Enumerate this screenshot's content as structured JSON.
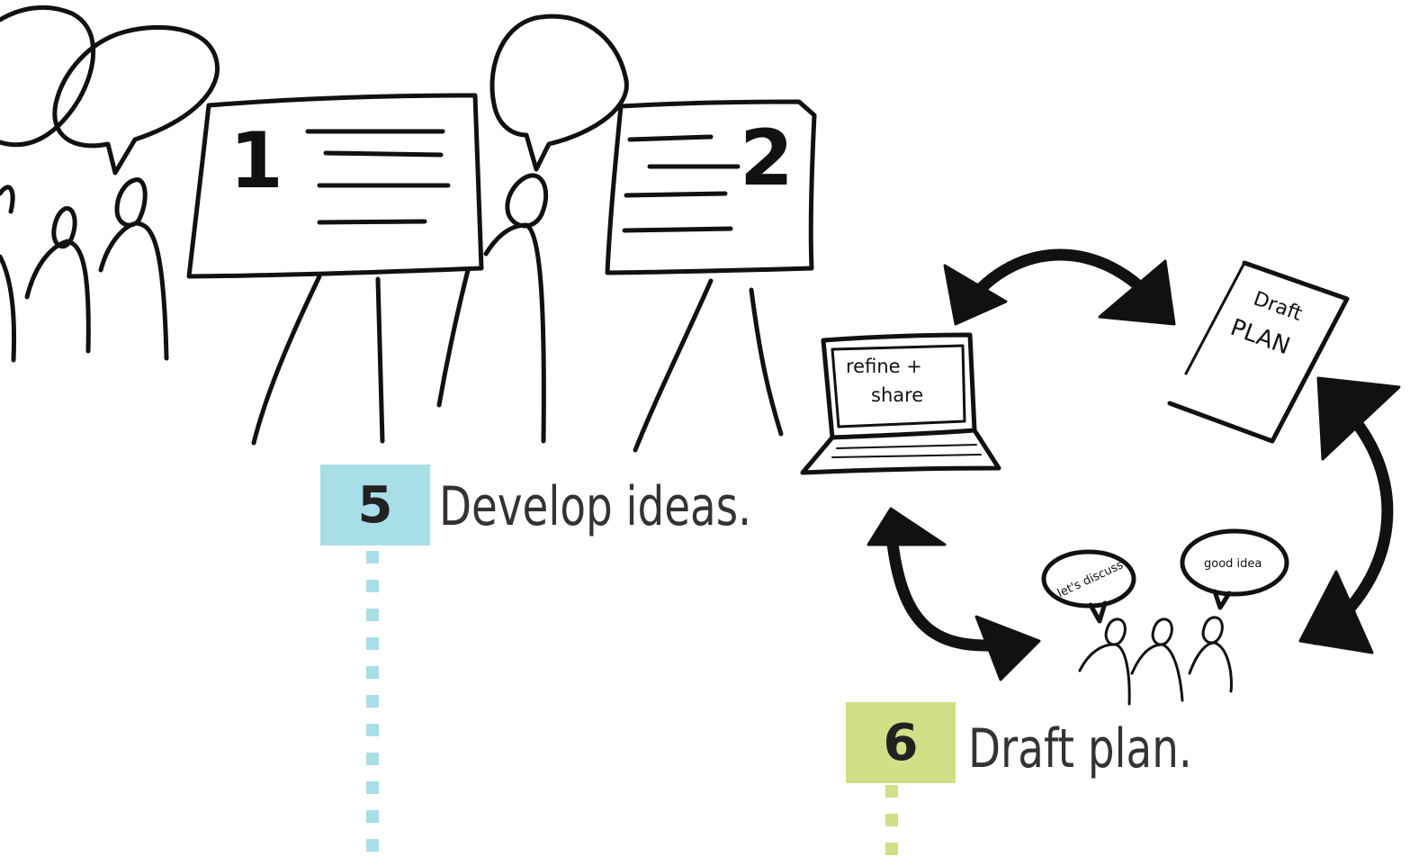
{
  "boards": [
    {
      "number": "1"
    },
    {
      "number": "2"
    }
  ],
  "laptop": {
    "line1": "refine +",
    "line2": "share"
  },
  "document": {
    "line1": "Draft",
    "line2": "PLAN"
  },
  "bubbles": {
    "left": "let's discuss",
    "right": "good idea"
  },
  "steps": [
    {
      "number": "5",
      "label": "Develop ideas.",
      "color": "#a8dfe6"
    },
    {
      "number": "6",
      "label": "Draft plan.",
      "color": "#cfe086"
    }
  ]
}
